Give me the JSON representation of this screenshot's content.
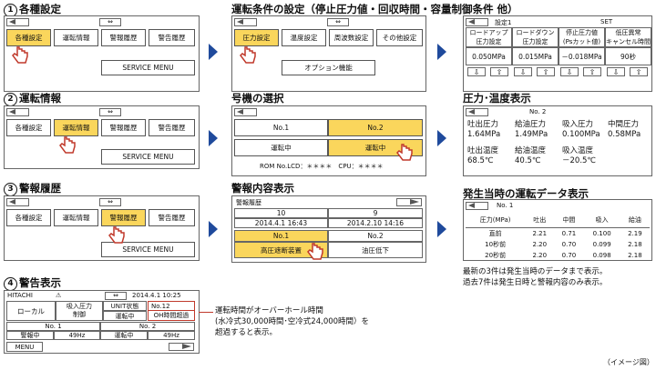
{
  "s1": {
    "title": "各種設定",
    "num": "1",
    "tabs": [
      "各種設定",
      "運転情報",
      "警報履歴",
      "警告履歴"
    ],
    "service": "SERVICE MENU"
  },
  "s2": {
    "title": "運転条件の設定（停止圧力値・回収時間・容量制御条件 他）",
    "buttons": [
      "圧力設定",
      "温度設定",
      "周波数設定",
      "その他設定"
    ],
    "option": "オプション機能"
  },
  "s3": {
    "header_left": "設定1",
    "header_right": "SET",
    "cols": [
      {
        "label": "ロードアップ\n圧力設定",
        "value": "0.050MPa"
      },
      {
        "label": "ロードダウン\n圧力設定",
        "value": "0.015MPa"
      },
      {
        "label": "停止圧力値\n(Psカット値)",
        "value": "－0.018MPa"
      },
      {
        "label": "低圧異常\nキャンセル時間",
        "value": "90秒"
      }
    ]
  },
  "s4": {
    "title": "運転情報",
    "num": "2",
    "tabs": [
      "各種設定",
      "運転情報",
      "警報履歴",
      "警告履歴"
    ],
    "service": "SERVICE MENU"
  },
  "s5": {
    "title": "号機の選択",
    "unit1": "No.1",
    "unit2": "No.2",
    "state1": "運転中",
    "state2": "運転中",
    "rom": "ROM No.LCD：＊＊＊＊　CPU：＊＊＊＊"
  },
  "s6": {
    "title": "圧力･温度表示",
    "header": "No. 2",
    "items": [
      {
        "label": "吐出圧力",
        "value": "1.64MPa"
      },
      {
        "label": "給油圧力",
        "value": "1.49MPa"
      },
      {
        "label": "吸入圧力",
        "value": "0.100MPa"
      },
      {
        "label": "中間圧力",
        "value": "0.58MPa"
      },
      {
        "label": "吐出温度",
        "value": "68.5℃"
      },
      {
        "label": "給油温度",
        "value": "40.5℃"
      },
      {
        "label": "吸入温度",
        "value": "－20.5℃"
      }
    ]
  },
  "s7": {
    "title": "警報履歴",
    "num": "3",
    "tabs": [
      "各種設定",
      "運転情報",
      "警報履歴",
      "警告履歴"
    ],
    "service": "SERVICE MENU"
  },
  "s8": {
    "title": "警報内容表示",
    "header": "警報履歴",
    "idx1": "10",
    "idx2": "9",
    "time1": "2014.4.1  16:43",
    "time2": "2014.2.10  14:16",
    "unit1": "No.1",
    "unit2": "No.2",
    "alarm1": "高圧遮断装置",
    "alarm2": "油圧低下"
  },
  "s9": {
    "title": "発生当時の運転データ表示",
    "header": "No. 1",
    "columns": [
      "圧力(MPa)",
      "吐出",
      "中間",
      "吸入",
      "給油"
    ],
    "rows": [
      [
        "直前",
        "2.21",
        "0.71",
        "0.100",
        "2.19"
      ],
      [
        "10秒前",
        "2.20",
        "0.70",
        "0.099",
        "2.18"
      ],
      [
        "20秒前",
        "2.20",
        "0.70",
        "0.098",
        "2.18"
      ]
    ],
    "note1": "最新の3件は発生当時のデータまで表示。",
    "note2": "過去7件は発生日時と警報内容のみ表示。"
  },
  "s10": {
    "title": "警告表示",
    "num": "4",
    "brand": "HITACHI",
    "warn_symbol": "⚠",
    "datetime": "2014.4.1  10:25",
    "local": "ローカル",
    "control": "吸入圧力\n制御",
    "unit_state": "UNIT状態",
    "running": "運転中",
    "no12": "No.12",
    "oh": "OH時間超過",
    "no1": "No. 1",
    "no2": "No. 2",
    "row": [
      "警報中",
      "49Hz",
      "運転中",
      "49Hz"
    ],
    "menu": "MENU",
    "note": [
      "運転時間がオーバーホール時間",
      "(水冷式30,000時間･空冷式24,000時間）を",
      "超過すると表示。"
    ]
  },
  "image_caption": "（イメージ図）",
  "colors": {
    "highlight": "#fad65c",
    "arrow": "#1f4a9c",
    "warning": "#c0392b"
  }
}
